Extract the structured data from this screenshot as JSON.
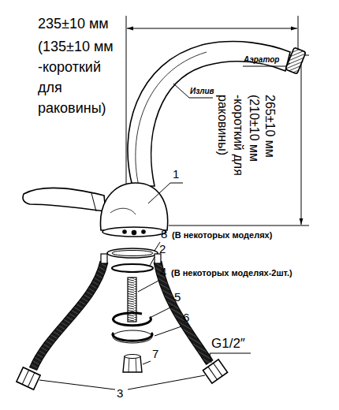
{
  "diagram": {
    "labels": [
      "235±10 мм",
      "(135±10 мм -короткий для раковины)",
      "Аэратор",
      "Излив",
      "265±10 мм (210±10 мм -короткий для раковины)",
      "1",
      "8",
      "(В некоторых моделях)",
      "2",
      "4",
      "(В некоторых моделях-2шт.)",
      "5",
      "6",
      "G1/2″",
      "7",
      "3"
    ]
  }
}
